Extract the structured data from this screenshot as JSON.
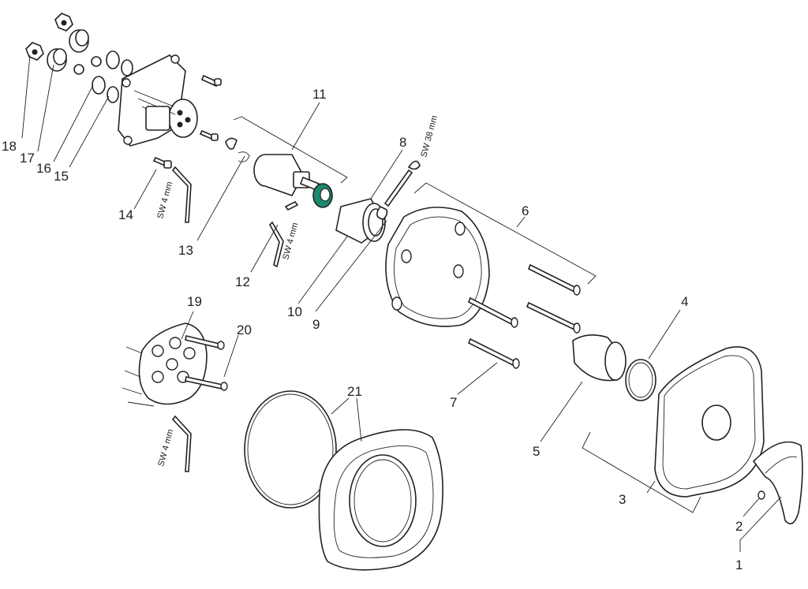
{
  "labels": {
    "p1": "1",
    "p2": "2",
    "p3": "3",
    "p4": "4",
    "p5": "5",
    "p6": "6",
    "p7": "7",
    "p8": "8",
    "p9": "9",
    "p10": "10",
    "p11": "11",
    "p12": "12",
    "p13": "13",
    "p14": "14",
    "p15": "15",
    "p16": "16",
    "p17": "17",
    "p18": "18",
    "p19": "19",
    "p20": "20",
    "p21": "21"
  },
  "tools": {
    "hex_key_a": "SW 4 mm",
    "hex_key_b": "SW 4 mm",
    "hex_key_c": "SW 4 mm",
    "wrench": "SW 38 mm"
  },
  "colors": {
    "line": "#222222",
    "highlight_part": "#1a8a6e"
  }
}
